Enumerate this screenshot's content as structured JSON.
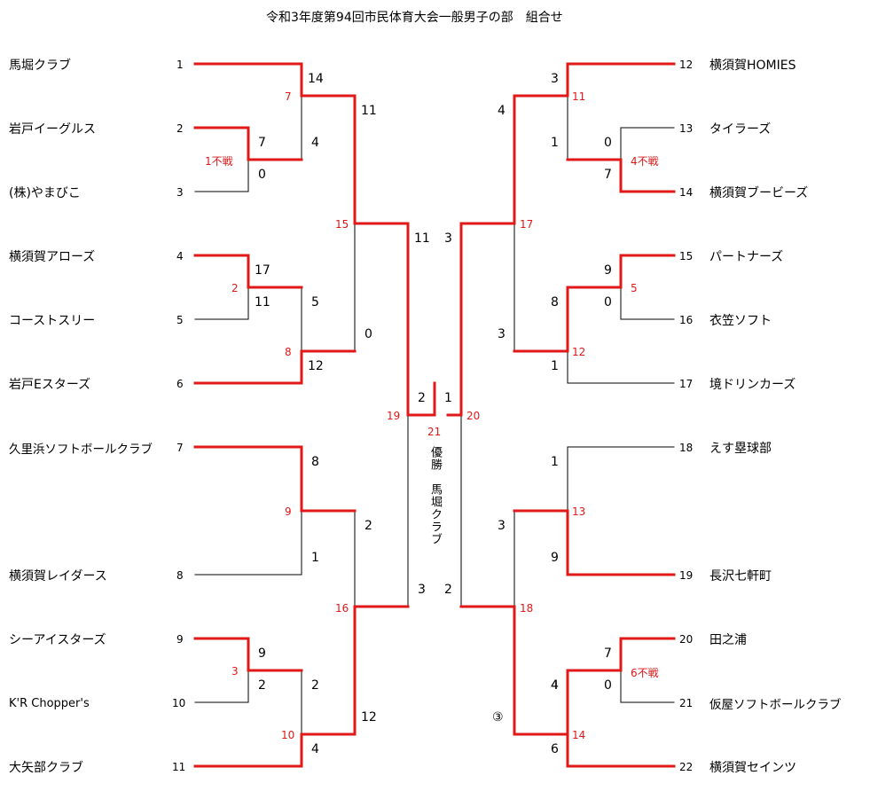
{
  "title": "令和3年度第94回市民体育大会一般男子の部　組合せ",
  "colors": {
    "winner_line": "#e01818",
    "loser_line": "#000000",
    "match_number": "#e01818"
  },
  "left_teams": [
    {
      "seed": "1",
      "name": "馬堀クラブ"
    },
    {
      "seed": "2",
      "name": "岩戸イーグルス"
    },
    {
      "seed": "3",
      "name": "(株)やまびこ"
    },
    {
      "seed": "4",
      "name": "横須賀アローズ"
    },
    {
      "seed": "5",
      "name": "コーストスリー"
    },
    {
      "seed": "6",
      "name": "岩戸Eスターズ"
    },
    {
      "seed": "7",
      "name": "久里浜ソフトボールクラブ"
    },
    {
      "seed": "8",
      "name": "横須賀レイダース"
    },
    {
      "seed": "9",
      "name": "シーアイスターズ"
    },
    {
      "seed": "10",
      "name": "K'R Chopper's"
    },
    {
      "seed": "11",
      "name": "大矢部クラブ"
    }
  ],
  "right_teams": [
    {
      "seed": "12",
      "name": "横須賀HOMIES"
    },
    {
      "seed": "13",
      "name": "タイラーズ"
    },
    {
      "seed": "14",
      "name": "横須賀ブービーズ"
    },
    {
      "seed": "15",
      "name": "パートナーズ"
    },
    {
      "seed": "16",
      "name": "衣笠ソフト"
    },
    {
      "seed": "17",
      "name": "境ドリンカーズ"
    },
    {
      "seed": "18",
      "name": "えす塁球部"
    },
    {
      "seed": "19",
      "name": "長沢七軒町"
    },
    {
      "seed": "20",
      "name": "田之浦"
    },
    {
      "seed": "21",
      "name": "仮屋ソフトボールクラブ"
    },
    {
      "seed": "22",
      "name": "横須賀セインツ"
    }
  ],
  "match_labels": {
    "m1": "1不戦",
    "m2": "2",
    "m3": "3",
    "m4": "4不戦",
    "m5": "5",
    "m6": "6不戦",
    "m7": "7",
    "m8": "8",
    "m9": "9",
    "m10": "10",
    "m11": "11",
    "m12": "12",
    "m13": "13",
    "m14": "14",
    "m15": "15",
    "m16": "16",
    "m17": "17",
    "m18": "18",
    "m19": "19",
    "m20": "20",
    "m21": "21"
  },
  "scores": {
    "m1_top": "7",
    "m1_bot": "0",
    "m2_top": "17",
    "m2_bot": "11",
    "m3_top": "9",
    "m3_bot": "2",
    "m7_top": "14",
    "m7_bot": "4",
    "m8_top": "5",
    "m8_bot": "12",
    "m9_top": "8",
    "m9_bot": "1",
    "m10_top": "2",
    "m10_bot": "4",
    "m15_top": "11",
    "m15_bot": "0",
    "m16_top": "2",
    "m16_bot": "12",
    "m19_top": "11",
    "m19_bot": "3",
    "m21_left": "2",
    "m21_right": "1",
    "m20_top": "3",
    "m20_bot": "2",
    "m17_top": "4",
    "m17_bot": "3",
    "m18_top": "3",
    "m18_bot": "4",
    "m11_top": "3",
    "m11_bot": "1",
    "m12_top": "8",
    "m12_bot": "1",
    "m13_top": "1",
    "m13_bot": "9",
    "m14_top": "4",
    "m14_bot": "6",
    "m4_top": "0",
    "m4_bot": "7",
    "m5_top": "9",
    "m5_bot": "0",
    "m6_top": "7",
    "m6_bot": "0"
  },
  "champion_text": "優勝　馬堀クラブ",
  "court_mark": "③"
}
